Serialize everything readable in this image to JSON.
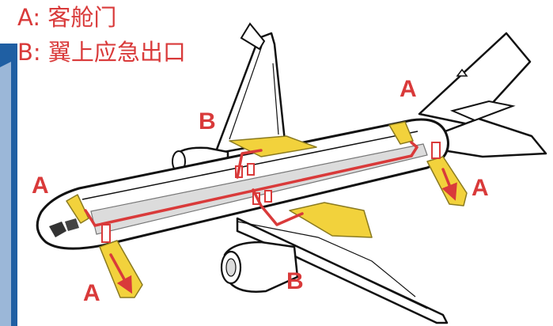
{
  "legend": {
    "a": "A: 客舱门",
    "b": "B: 翼上应急出口"
  },
  "labels": {
    "a": "A",
    "b": "B"
  },
  "colors": {
    "accent": "#d93a3a",
    "slide": "#f2d23c",
    "blue_panel": "#1f5fa3",
    "fuselage": "#ffffff",
    "cabin": "#dcdcdc"
  }
}
